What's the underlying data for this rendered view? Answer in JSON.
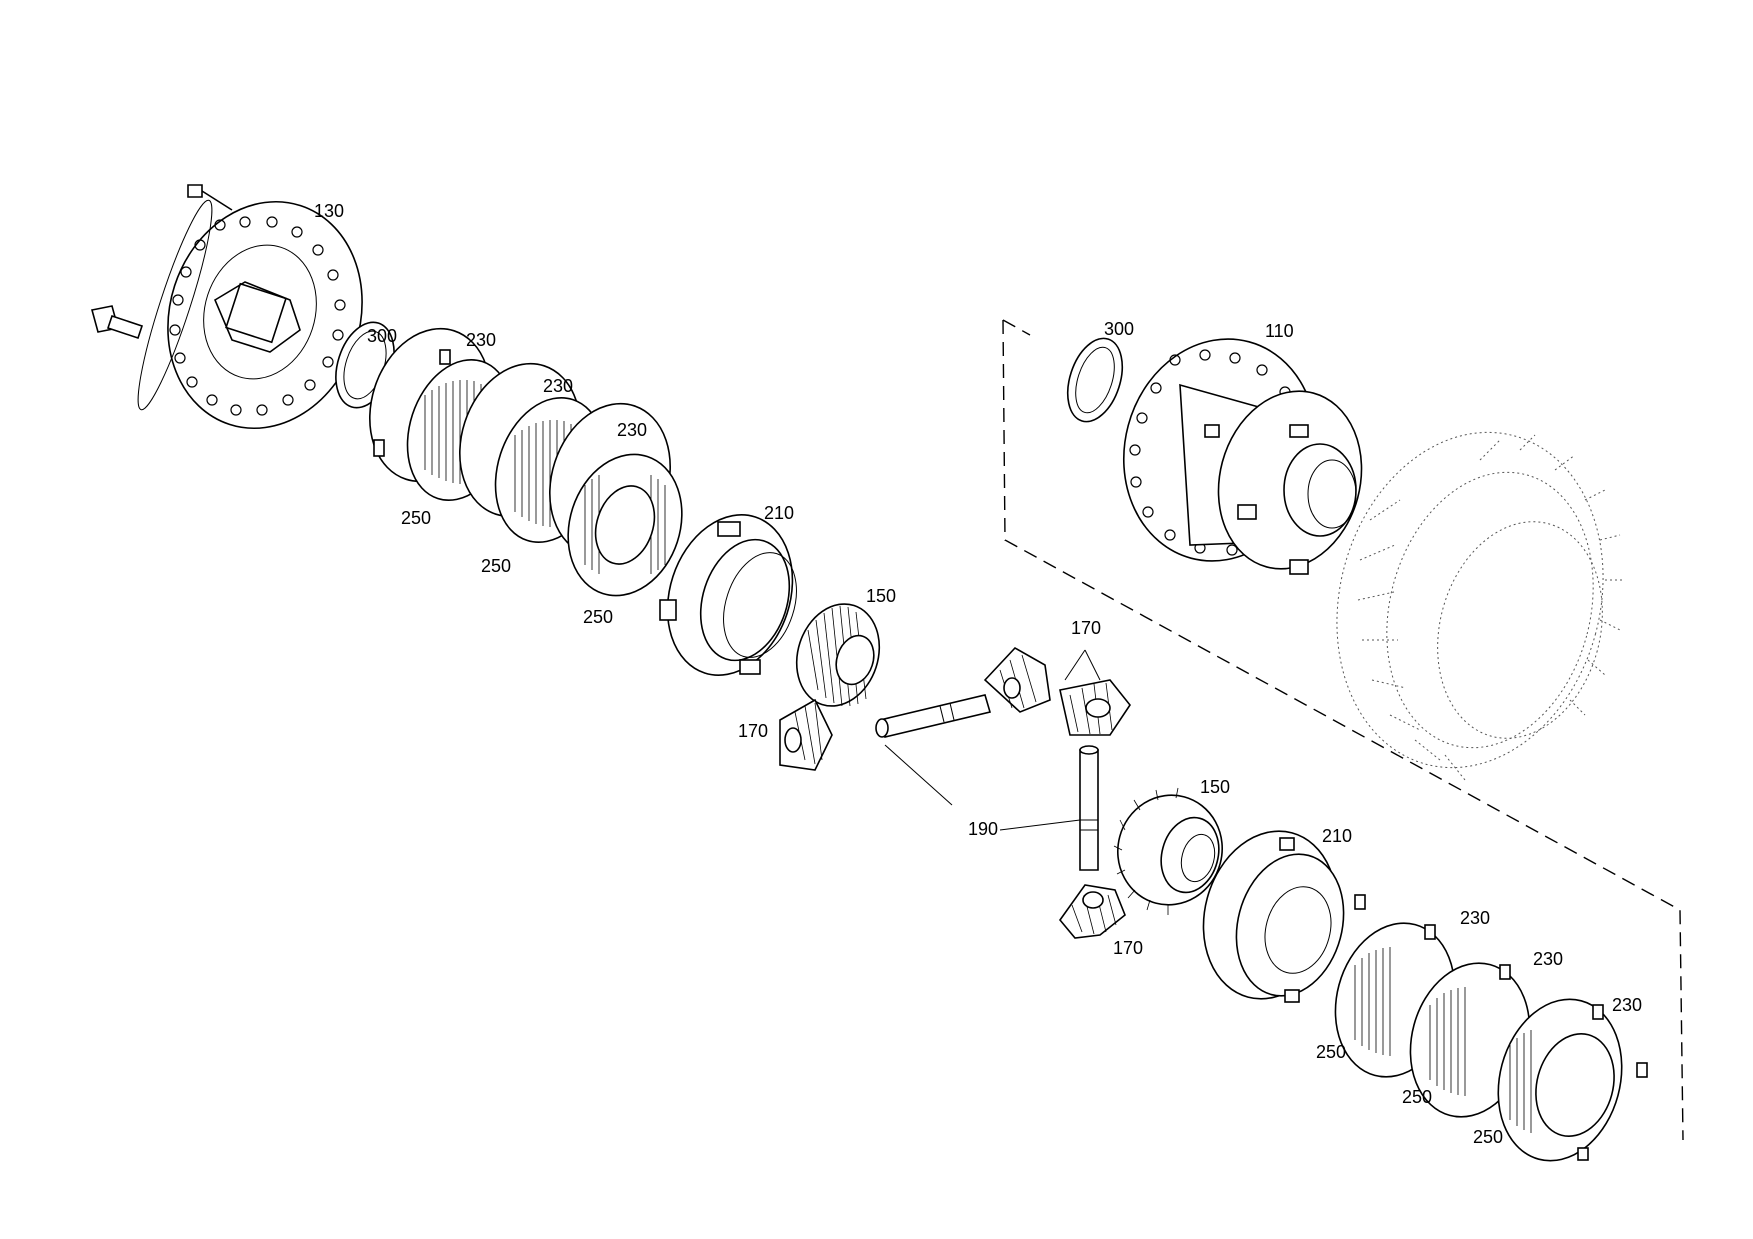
{
  "labels": {
    "p130": "130",
    "p300a": "300",
    "p230a": "230",
    "p230b": "230",
    "p230c": "230",
    "p250a": "250",
    "p250b": "250",
    "p250c": "250",
    "p210a": "210",
    "p150a": "150",
    "p170a": "170",
    "p170b": "170",
    "p300b": "300",
    "p110": "110",
    "p190": "190",
    "p150b": "150",
    "p210b": "210",
    "p170c": "170",
    "p230d": "230",
    "p230e": "230",
    "p230f": "230",
    "p250d": "250",
    "p250e": "250",
    "p250f": "250"
  }
}
